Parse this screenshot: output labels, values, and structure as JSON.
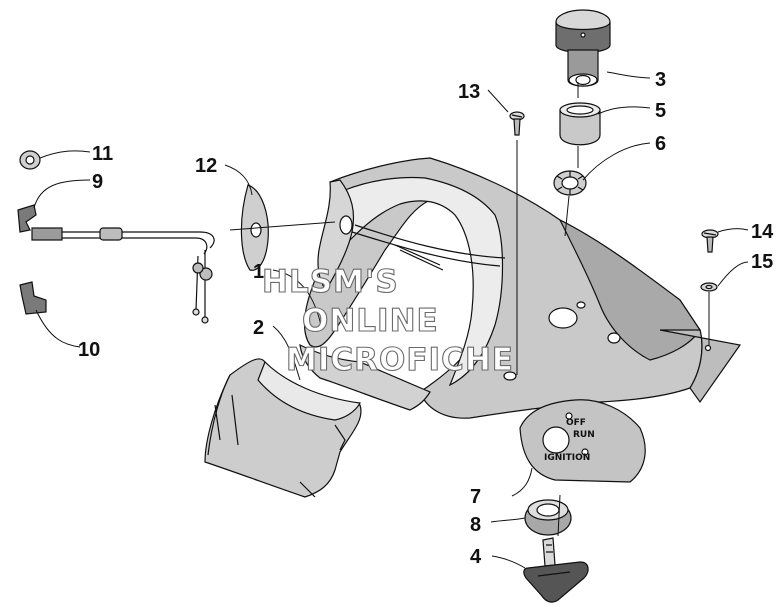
{
  "colors": {
    "background": "#ffffff",
    "line": "#111111",
    "shade_light": "#e3e3e3",
    "shade_mid": "#c6c6c6",
    "shade_dark": "#8c8c8c",
    "watermark_outline": "#6b6b6b"
  },
  "watermark": {
    "line1": "HLSM'S",
    "line2": "ONLINE",
    "line3": "MICROFICHE"
  },
  "ignition_plate": {
    "off": "OFF",
    "run": "RUN",
    "ignition": "IGNITION"
  },
  "callouts": [
    {
      "id": "1",
      "label": "1"
    },
    {
      "id": "2",
      "label": "2"
    },
    {
      "id": "3",
      "label": "3"
    },
    {
      "id": "4",
      "label": "4"
    },
    {
      "id": "5",
      "label": "5"
    },
    {
      "id": "6",
      "label": "6"
    },
    {
      "id": "7",
      "label": "7"
    },
    {
      "id": "8",
      "label": "8"
    },
    {
      "id": "9",
      "label": "9"
    },
    {
      "id": "10",
      "label": "10"
    },
    {
      "id": "11",
      "label": "11"
    },
    {
      "id": "12",
      "label": "12"
    },
    {
      "id": "13",
      "label": "13"
    },
    {
      "id": "14",
      "label": "14"
    },
    {
      "id": "15",
      "label": "15"
    }
  ]
}
